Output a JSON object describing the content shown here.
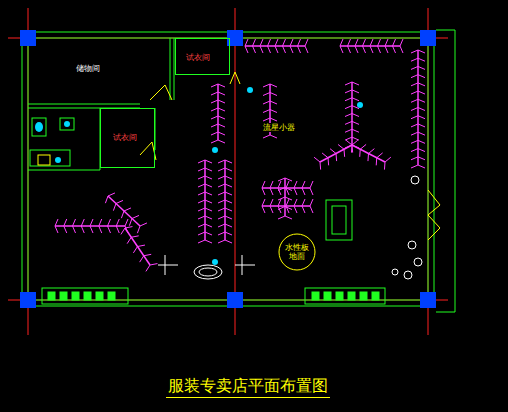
{
  "diagram": {
    "title": "服装专卖店平面布置图",
    "nodes": [
      {
        "text": [
          "储物间"
        ]
      },
      {
        "text": [
          "试衣间"
        ]
      },
      {
        "text": [
          "试衣间"
        ]
      },
      {
        "text": [
          "水性板地面"
        ]
      }
    ],
    "labels": [
      "流星小器"
    ]
  }
}
